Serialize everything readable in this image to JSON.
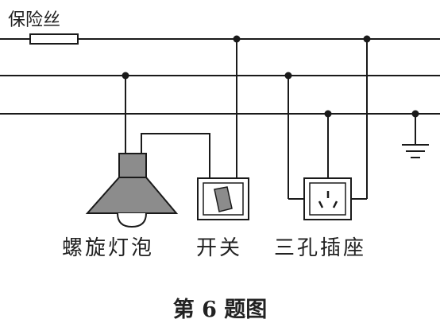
{
  "labels": {
    "fuse": "保险丝",
    "bulb": "螺旋灯泡",
    "switch": "开关",
    "socket": "三孔插座",
    "caption": "第 6 题图"
  },
  "colors": {
    "line": "#1a1a1a",
    "lamp_fill": "#8c8c8c",
    "background": "#ffffff"
  }
}
